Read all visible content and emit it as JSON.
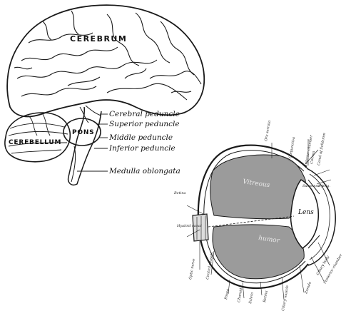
{
  "brain": {
    "cerebrum": "CEREBRUM",
    "cerebellum": "CEREBELLUM",
    "pons": "PONS",
    "labels": {
      "cerebral_peduncle": "Cerebral peduncle",
      "superior_peduncle": "Superior peduncle",
      "middle_peduncle": "Middle peduncle",
      "inferior_peduncle": "Inferior peduncle",
      "medulla_oblongata": "Medulla oblongata"
    }
  },
  "eye": {
    "vitreous": "Vitreous",
    "humor": "humor",
    "lens": "Lens",
    "labels": {
      "sclera_top": "Retina",
      "ora": "Ora serrata",
      "cornea_lig": "Suspensory lig.",
      "cornea": "Cornea",
      "iris": "Iris",
      "ant_chamber": "Anterior chamber",
      "conjunctiva": "Conjunctiva",
      "ciliary_body": "Ciliary body",
      "canal": "Canal of Schlemm",
      "hyaloid": "Hyaloid canal",
      "optic": "Optic nerve",
      "fovea": "Fovea",
      "retina": "Retina",
      "choroid": "Choroid",
      "sclera": "Sclera",
      "central_vessels": "Central vessels",
      "ciliary_muscle": "Ciliary muscle",
      "post_chamber": "Posterior chamber",
      "zonula": "Zonula"
    }
  }
}
